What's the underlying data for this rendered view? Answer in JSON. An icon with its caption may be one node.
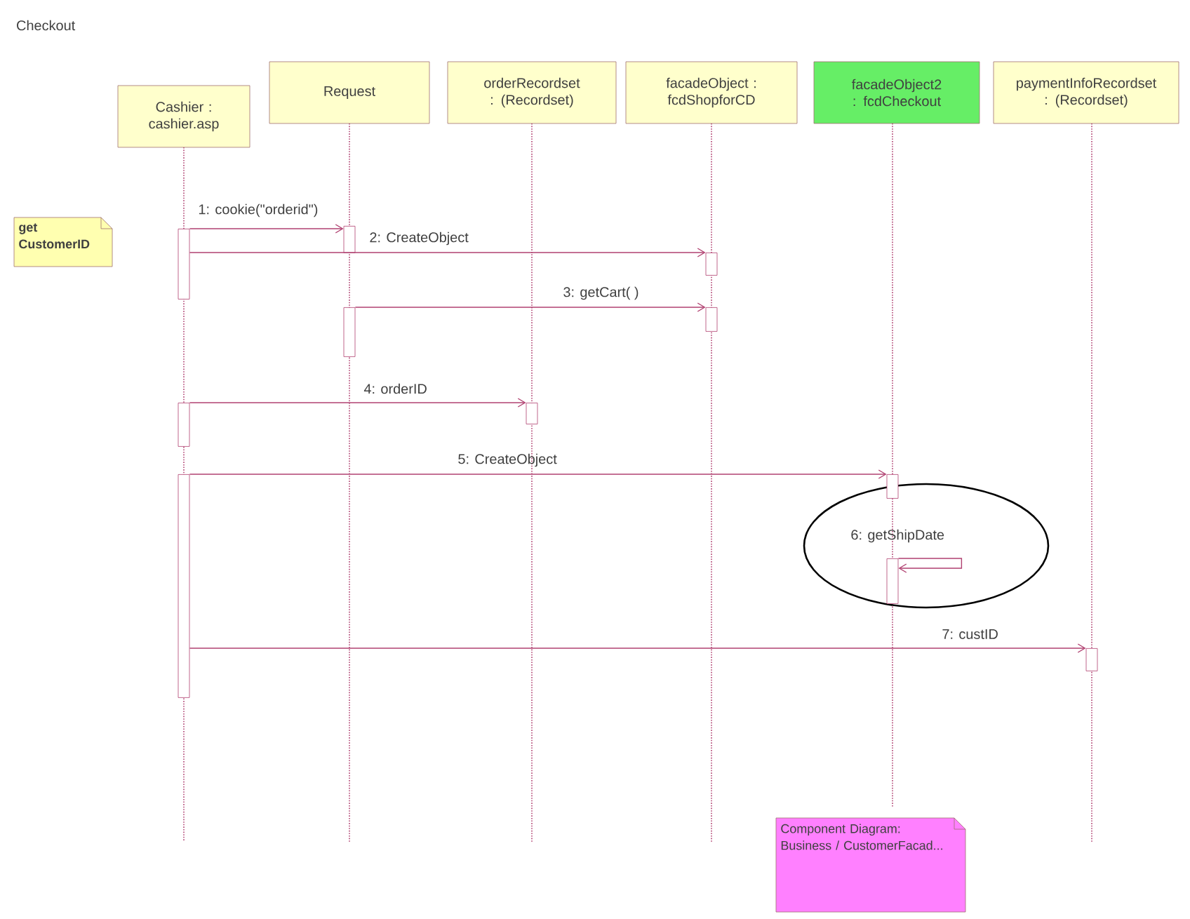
{
  "diagram": {
    "title": "Checkout",
    "nodes": [
      {
        "text": [
          "Cashier : cashier.asp"
        ]
      },
      {
        "text": [
          "Request"
        ]
      },
      {
        "text": [
          "orderRecordset : (Recordset)"
        ]
      },
      {
        "text": [
          "facadeObject : fcdShopforCD"
        ]
      },
      {
        "text": [
          "facadeObject2 : fcdCheckout"
        ]
      },
      {
        "text": [
          "paymentInfoRecordset : (Recordset)"
        ]
      },
      {
        "text": [
          "get CustomerID"
        ]
      },
      {
        "text": [],
        "shape": "bar"
      },
      {
        "text": [],
        "shape": "bar"
      },
      {
        "text": [],
        "shape": "bar"
      },
      {
        "text": [],
        "shape": "bar"
      },
      {
        "text": [],
        "shape": "bar"
      },
      {
        "text": [],
        "shape": "bar"
      },
      {
        "text": [],
        "shape": "bar"
      },
      {
        "text": [],
        "shape": "bar"
      },
      {
        "text": [],
        "shape": "bar"
      },
      {
        "text": [],
        "shape": "bar"
      },
      {
        "text": [],
        "shape": "bar"
      },
      {
        "text": [
          "Component Diagram: Business / CustomerFacad..."
        ]
      }
    ],
    "edges": [
      {
        "from": 7,
        "to": 8,
        "arrow": "to",
        "label": "1: cookie(\"orderid\")"
      },
      {
        "from": 7,
        "to": 9,
        "arrow": "to",
        "label": "2: CreateObject"
      },
      {
        "from": 10,
        "to": 11,
        "arrow": "to",
        "label": "3: getCart( )"
      },
      {
        "from": 12,
        "to": 13,
        "arrow": "to",
        "label": "4: orderID"
      },
      {
        "from": 14,
        "to": 15,
        "arrow": "to",
        "label": "5: CreateObject"
      },
      {
        "from": 16,
        "to": 16,
        "arrow": "to",
        "label": "6: getShipDate"
      },
      {
        "from": 14,
        "to": 17,
        "arrow": "to",
        "label": "7: custID"
      }
    ]
  }
}
